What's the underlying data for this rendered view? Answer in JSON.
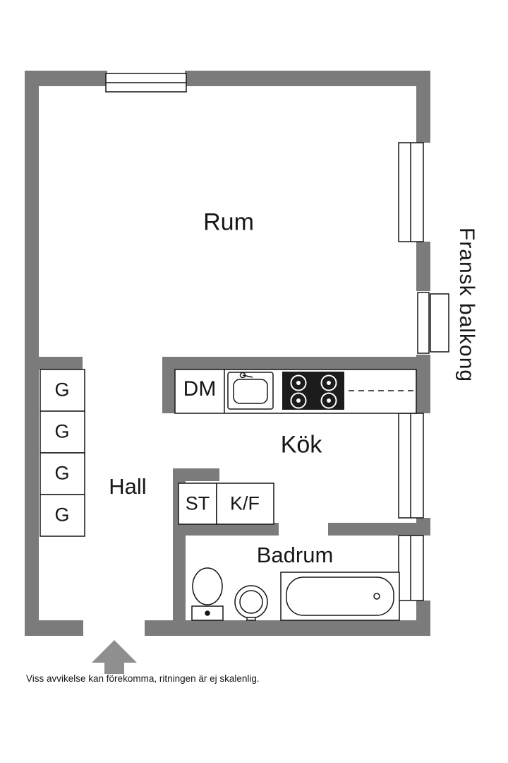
{
  "colors": {
    "wall": "#7b7b7b",
    "line": "#161616",
    "arrow": "#8f8f8f",
    "stove": "#1c1c1c"
  },
  "rooms": {
    "rum": "Rum",
    "kok": "Kök",
    "hall": "Hall",
    "badrum": "Badrum"
  },
  "fixtures": {
    "dishwasher": "DM",
    "cleaning_closet": "ST",
    "fridge_freezer": "K/F"
  },
  "wardrobes": [
    "G",
    "G",
    "G",
    "G"
  ],
  "balcony_label": "Fransk balkong",
  "disclaimer": "Viss avvikelse kan förekomma, ritningen är ej skalenlig."
}
